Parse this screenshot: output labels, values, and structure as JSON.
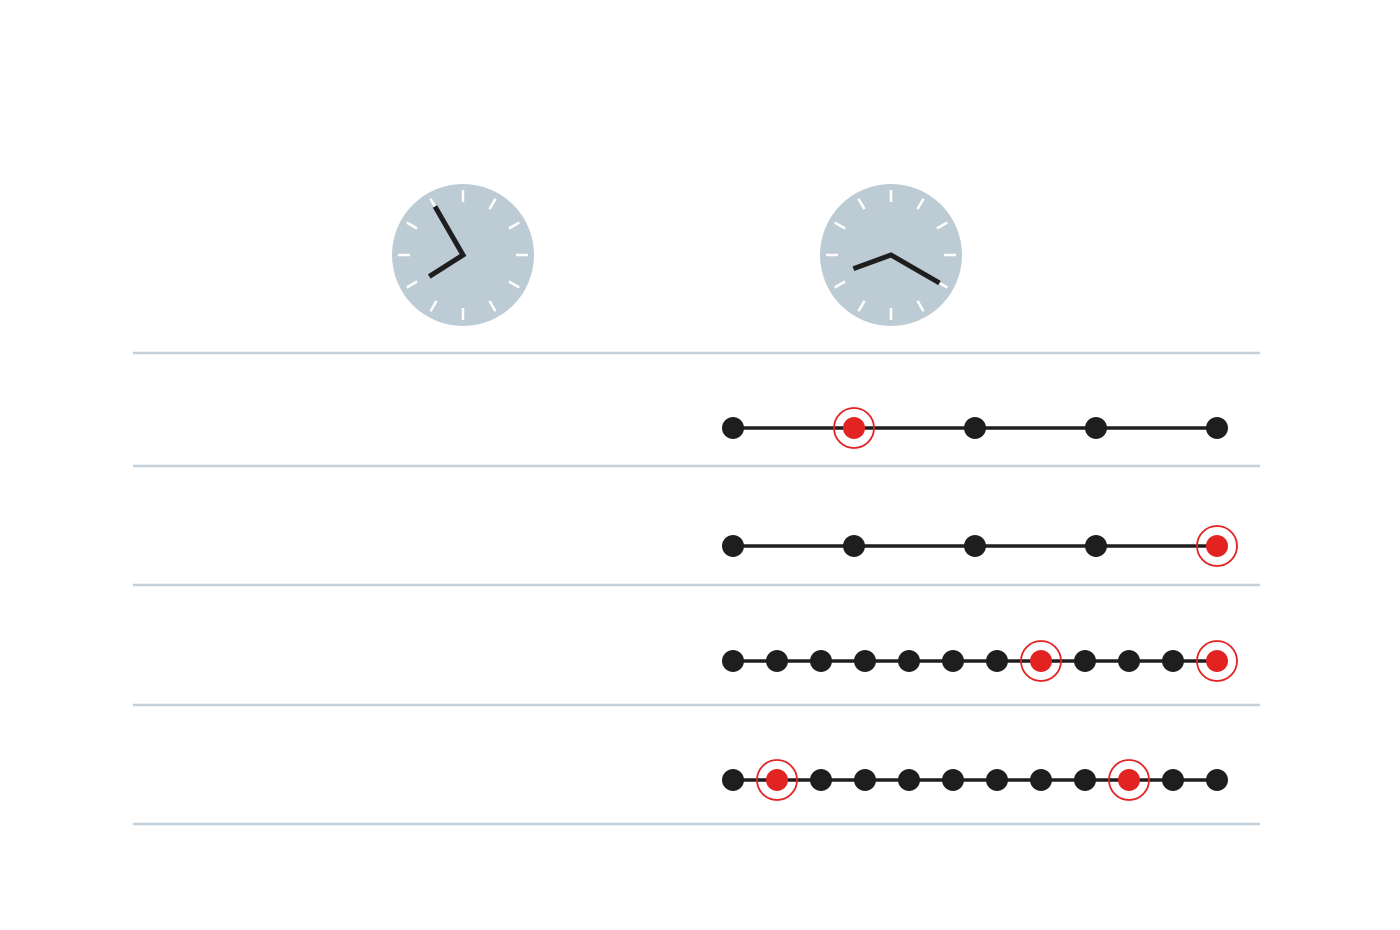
{
  "colors": {
    "background": "#ffffff",
    "clock_face": "#bdcbd4",
    "clock_ticks": "#ffffff",
    "clock_hands": "#1e1e1e",
    "divider": "#c4d0da",
    "dot": "#1e1e1e",
    "line": "#1e1e1e",
    "highlight": "#e32222"
  },
  "clocks": [
    {
      "label": "",
      "time": "7:55",
      "hour": 7,
      "minute": 55
    },
    {
      "label": "",
      "time": "8:20",
      "hour": 8,
      "minute": 20
    }
  ],
  "rows": [
    {
      "dot_count": 5,
      "highlighted": [
        1
      ]
    },
    {
      "dot_count": 5,
      "highlighted": [
        4
      ]
    },
    {
      "dot_count": 12,
      "highlighted": [
        7,
        11
      ]
    },
    {
      "dot_count": 12,
      "highlighted": [
        1,
        9
      ]
    }
  ],
  "row_labels": [
    "",
    "",
    "",
    ""
  ]
}
